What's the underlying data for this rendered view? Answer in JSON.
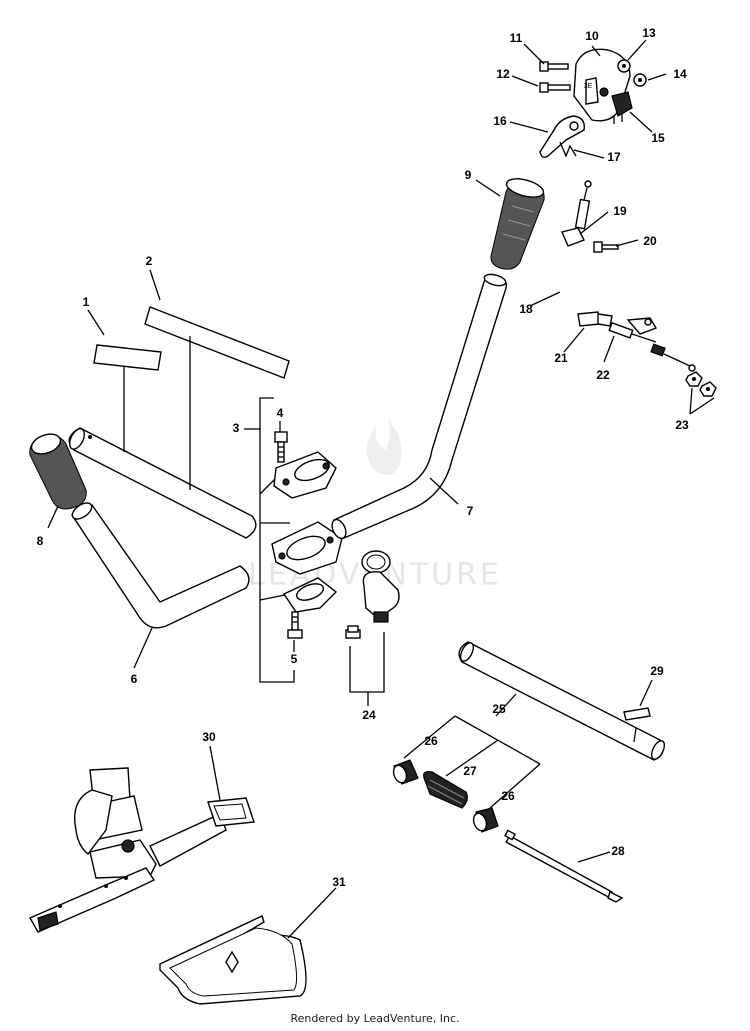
{
  "watermark": "LEADVENTURE",
  "footer": "Rendered by LeadVenture, Inc.",
  "callouts": [
    "1",
    "2",
    "3",
    "4",
    "5",
    "6",
    "7",
    "8",
    "9",
    "10",
    "11",
    "12",
    "13",
    "14",
    "15",
    "16",
    "17",
    "18",
    "19",
    "20",
    "21",
    "22",
    "23",
    "24",
    "25",
    "26",
    "26",
    "27",
    "28",
    "29",
    "30",
    "31"
  ]
}
